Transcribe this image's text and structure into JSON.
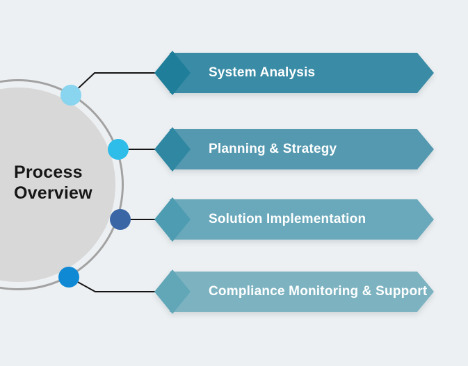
{
  "title": "Process Overview",
  "colors": {
    "background": "#edf0f2",
    "disc": "#d8d8d8",
    "ring": "#a2a2a2",
    "connector": "#131313",
    "title_text": "#161616",
    "label_text": "#ffffff"
  },
  "steps": [
    {
      "label": "System Analysis",
      "banner_color": "#3a8ca6",
      "diamond_color": "#1f7e99",
      "dot_color": "#89d4ef"
    },
    {
      "label": "Planning & Strategy",
      "banner_color": "#5499b0",
      "diamond_color": "#2f87a2",
      "dot_color": "#2ebde9"
    },
    {
      "label": "Solution Implementation",
      "banner_color": "#69a9bb",
      "diamond_color": "#4e9cb1",
      "dot_color": "#3a66a6"
    },
    {
      "label": "Compliance Monitoring & Support",
      "banner_color": "#7db3c1",
      "diamond_color": "#62a7b8",
      "dot_color": "#1089d5"
    }
  ]
}
